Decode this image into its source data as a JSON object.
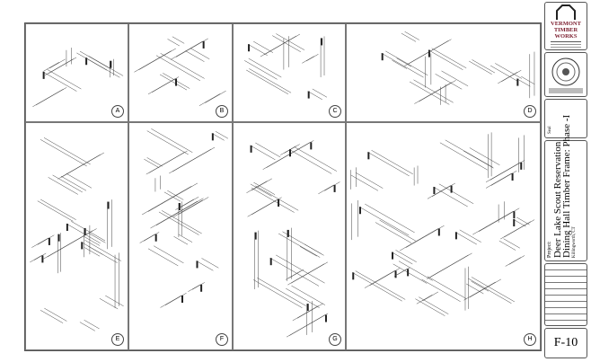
{
  "panels": [
    {
      "label": "A"
    },
    {
      "label": "B"
    },
    {
      "label": "C"
    },
    {
      "label": "D"
    },
    {
      "label": "E"
    },
    {
      "label": "F"
    },
    {
      "label": "G"
    },
    {
      "label": "H"
    }
  ],
  "title_block": {
    "company_line1": "VERMONT",
    "company_line2": "TIMBER",
    "company_line3": "WORKS",
    "seal_label": "Seal",
    "project_label": "Project:",
    "project_line1": "Deer Lake Scout Reservation",
    "project_line2": "Dining Hall Timber Frame: Phase -I",
    "project_location": "Killingworth, CT",
    "sheet_number": "F-10"
  }
}
